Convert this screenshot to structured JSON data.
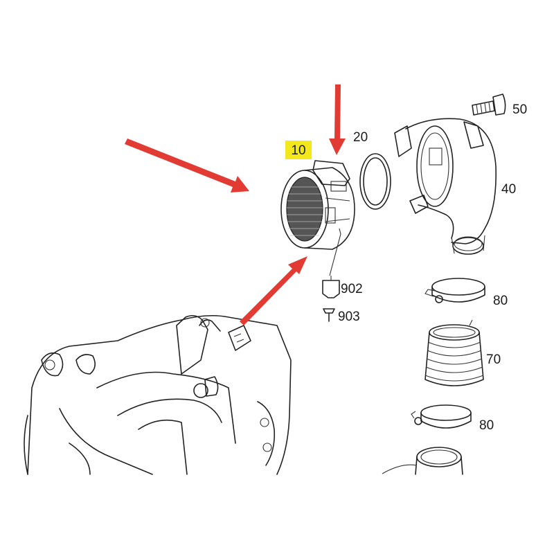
{
  "labels": {
    "p10": "10",
    "p20": "20",
    "p40": "40",
    "p50": "50",
    "p70": "70",
    "p80a": "80",
    "p80b": "80",
    "p902": "902",
    "p903": "903"
  },
  "colors": {
    "highlight": "#f2e81c",
    "arrow": "#e23b34",
    "line": "#222222"
  }
}
